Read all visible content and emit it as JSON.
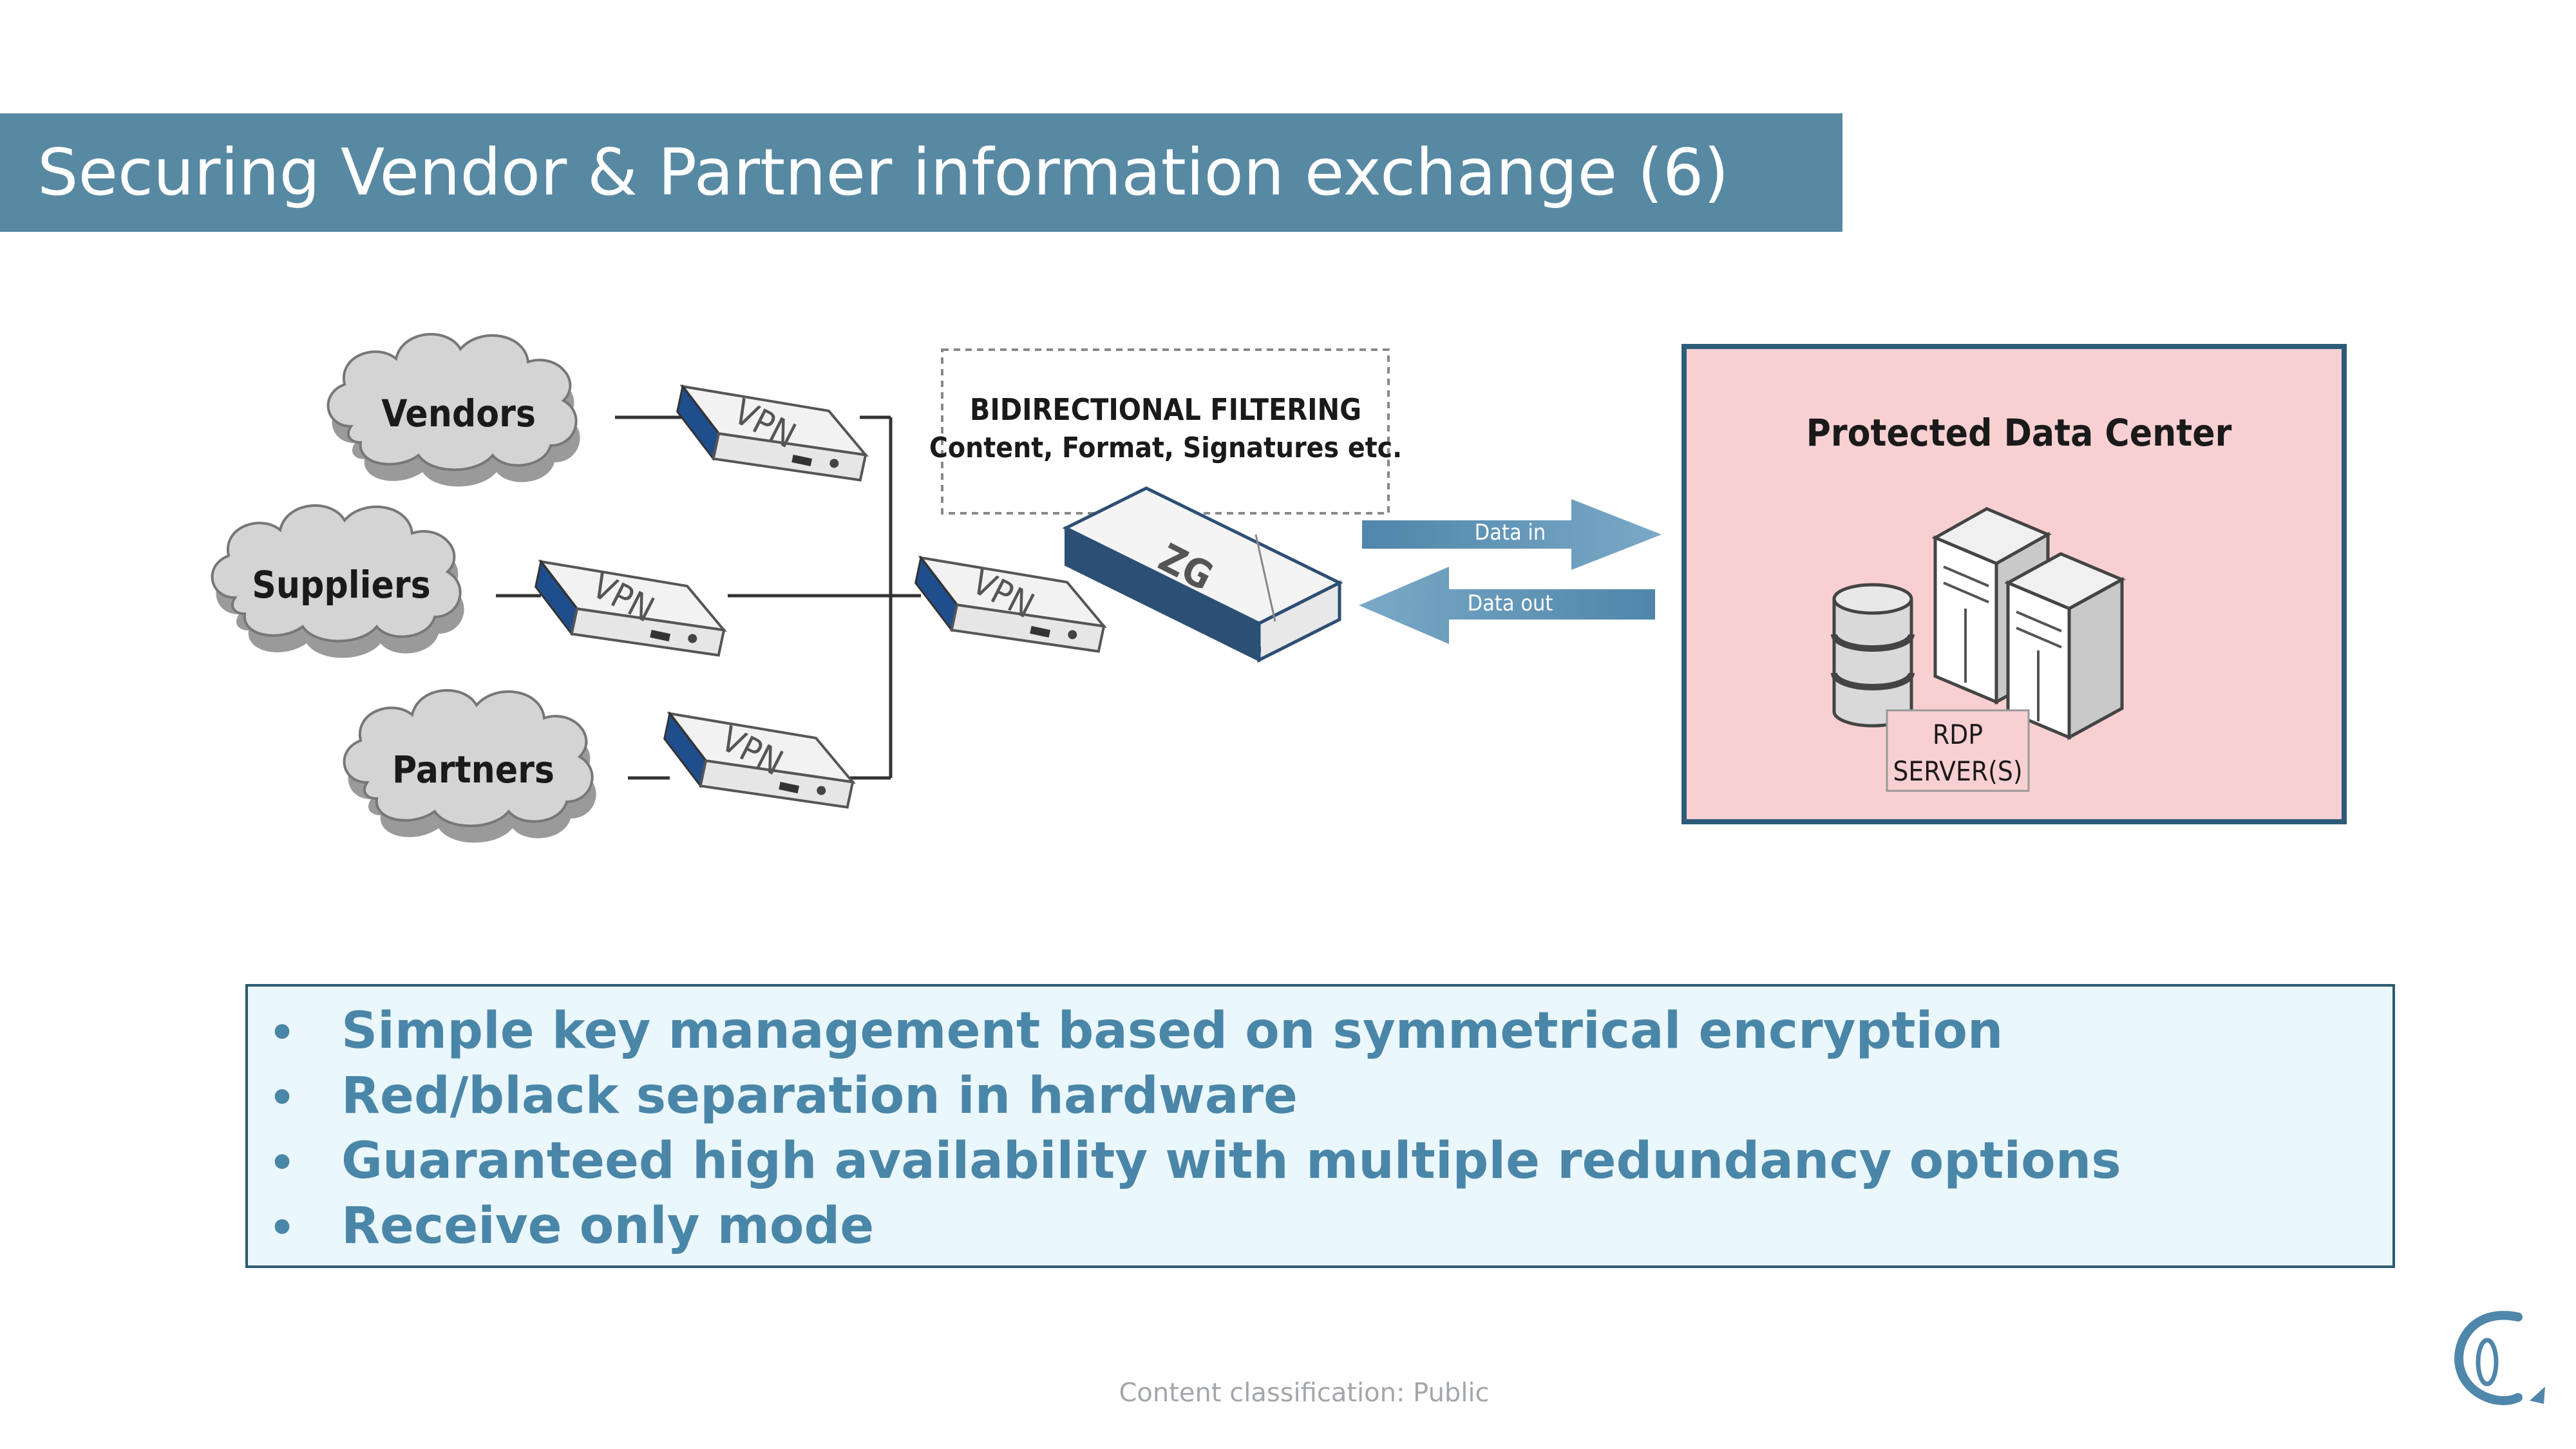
{
  "slide": {
    "title": "Securing Vendor & Partner information exchange (6)",
    "footer": "Content classification: Public"
  },
  "diagram": {
    "clouds": [
      "Vendors",
      "Suppliers",
      "Partners"
    ],
    "vpn_label": "VPN",
    "filter_box": {
      "line1": "BIDIRECTIONAL FILTERING",
      "line2": "Content, Format, Signatures etc."
    },
    "gateway_label": "ZG",
    "arrows": {
      "in": "Data in",
      "out": "Data out"
    },
    "data_center": {
      "title": "Protected Data Center",
      "server_label_line1": "RDP",
      "server_label_line2": "SERVER(S)"
    }
  },
  "bullets": [
    "Simple key management based on symmetrical encryption",
    "Red/black separation in hardware",
    "Guaranteed high availability with multiple redundancy options",
    "Receive only mode"
  ],
  "colors": {
    "title_bar": "#5789a3",
    "bullet_text": "#4a86a8",
    "bullet_box_bg": "#eaf7fd",
    "data_center_bg": "#f9d0d2",
    "vpn_accent": "#1f4e8c",
    "arrow": "#5b8fb0"
  }
}
